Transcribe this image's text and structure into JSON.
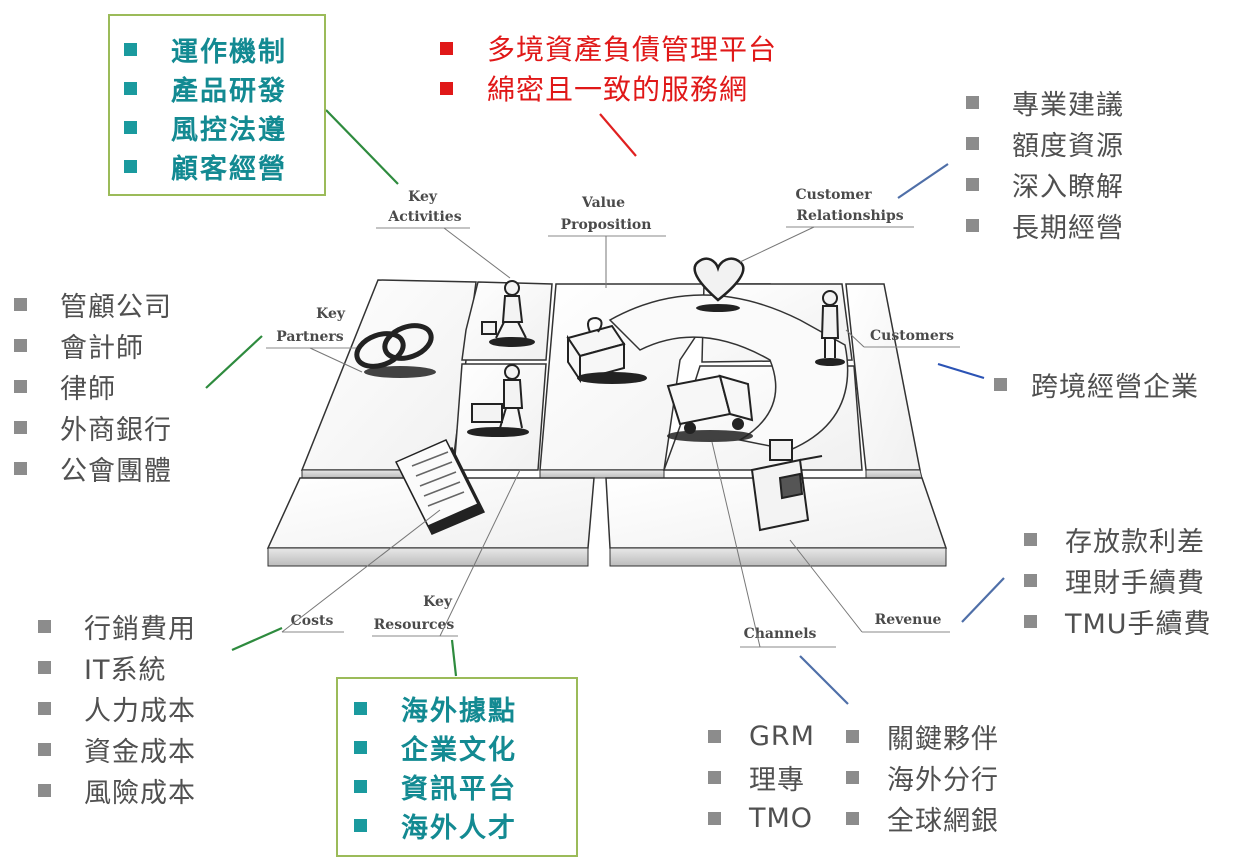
{
  "value_proposition_items": [
    "多境資產負債管理平台",
    "綿密且一致的服務網"
  ],
  "key_activities_items": [
    "運作機制",
    "產品研發",
    "風控法遵",
    "顧客經營"
  ],
  "customer_relationships_items": [
    "專業建議",
    "額度資源",
    "深入瞭解",
    "長期經營"
  ],
  "key_partners_items": [
    "管顧公司",
    "會計師",
    "律師",
    "外商銀行",
    "公會團體"
  ],
  "customers_items": [
    "跨境經營企業"
  ],
  "revenue_items": [
    "存放款利差",
    "理財手續費",
    "TMU手續費"
  ],
  "costs_items": [
    "行銷費用",
    "IT系統",
    "人力成本",
    "資金成本",
    "風險成本"
  ],
  "key_resources_items": [
    "海外據點",
    "企業文化",
    "資訊平台",
    "海外人才"
  ],
  "channels_left_items": [
    "GRM",
    "理專",
    "TMO"
  ],
  "channels_right_items": [
    "關鍵夥伴",
    "海外分行",
    "全球網銀"
  ],
  "canvas_labels": {
    "key_activities": [
      "Key",
      "Activities"
    ],
    "value_proposition": [
      "Value",
      "Proposition"
    ],
    "customer_relationships": [
      "Customer",
      "Relationships"
    ],
    "key_partners": [
      "Key",
      "Partners"
    ],
    "customers": "Customers",
    "costs": "Costs",
    "key_resources": [
      "Key",
      "Resources"
    ],
    "channels": "Channels",
    "revenue": "Revenue"
  },
  "colors": {
    "green_line": "#2e8b3e",
    "blue_line": "#4f6fa8",
    "red_line": "#e02020",
    "teal_text": "#138a92"
  }
}
